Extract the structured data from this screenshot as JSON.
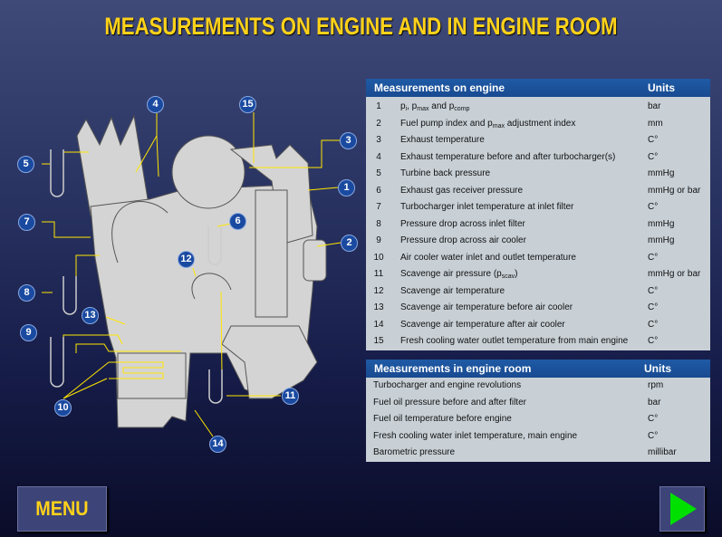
{
  "title": "MEASUREMENTS ON ENGINE AND IN ENGINE ROOM",
  "engine_table": {
    "header": "Measurements on engine",
    "units_header": "Units",
    "rows": [
      {
        "num": "1",
        "desc_html": "p<sub>i</sub>, p<sub>max</sub> and p<sub>comp</sub>",
        "unit": "bar"
      },
      {
        "num": "2",
        "desc_html": "Fuel pump index and p<sub>max</sub> adjustment index",
        "unit": "mm"
      },
      {
        "num": "3",
        "desc_html": "Exhaust temperature",
        "unit": "C°"
      },
      {
        "num": "4",
        "desc_html": "Exhaust temperature before and after turbocharger(s)",
        "unit": "C°"
      },
      {
        "num": "5",
        "desc_html": "Turbine back pressure",
        "unit": "mmHg"
      },
      {
        "num": "6",
        "desc_html": "Exhaust gas receiver pressure",
        "unit": "mmHg or bar"
      },
      {
        "num": "7",
        "desc_html": "Turbocharger inlet temperature at inlet filter",
        "unit": "C°"
      },
      {
        "num": "8",
        "desc_html": "Pressure drop across inlet filter",
        "unit": "mmHg"
      },
      {
        "num": "9",
        "desc_html": "Pressure drop across air cooler",
        "unit": "mmHg"
      },
      {
        "num": "10",
        "desc_html": "Air cooler water inlet and outlet temperature",
        "unit": "C°"
      },
      {
        "num": "11",
        "desc_html": "Scavenge air pressure (p<sub>scav</sub>)",
        "unit": "mmHg or bar"
      },
      {
        "num": "12",
        "desc_html": "Scavenge air temperature",
        "unit": "C°"
      },
      {
        "num": "13",
        "desc_html": "Scavenge air temperature before air cooler",
        "unit": "C°"
      },
      {
        "num": "14",
        "desc_html": "Scavenge air temperature after air cooler",
        "unit": "C°"
      },
      {
        "num": "15",
        "desc_html": "Fresh cooling water outlet temperature from main engine",
        "unit": "C°"
      }
    ]
  },
  "room_table": {
    "header": "Measurements in engine room",
    "units_header": "Units",
    "rows": [
      {
        "desc": "Turbocharger and engine revolutions",
        "unit": "rpm"
      },
      {
        "desc": "Fuel oil pressure before and after filter",
        "unit": "bar"
      },
      {
        "desc": "Fuel oil temperature before engine",
        "unit": "C°"
      },
      {
        "desc": "Fresh cooling water inlet temperature, main engine",
        "unit": "C°"
      },
      {
        "desc": "Barometric pressure",
        "unit": "millibar"
      }
    ]
  },
  "callouts": [
    "1",
    "2",
    "3",
    "4",
    "5",
    "6",
    "7",
    "8",
    "9",
    "10",
    "11",
    "12",
    "13",
    "14",
    "15"
  ],
  "menu_label": "MENU",
  "next_icon": "play-triangle-icon",
  "colors": {
    "title": "#ffd21a",
    "header": "#1f5aa6",
    "next": "#00e000"
  }
}
